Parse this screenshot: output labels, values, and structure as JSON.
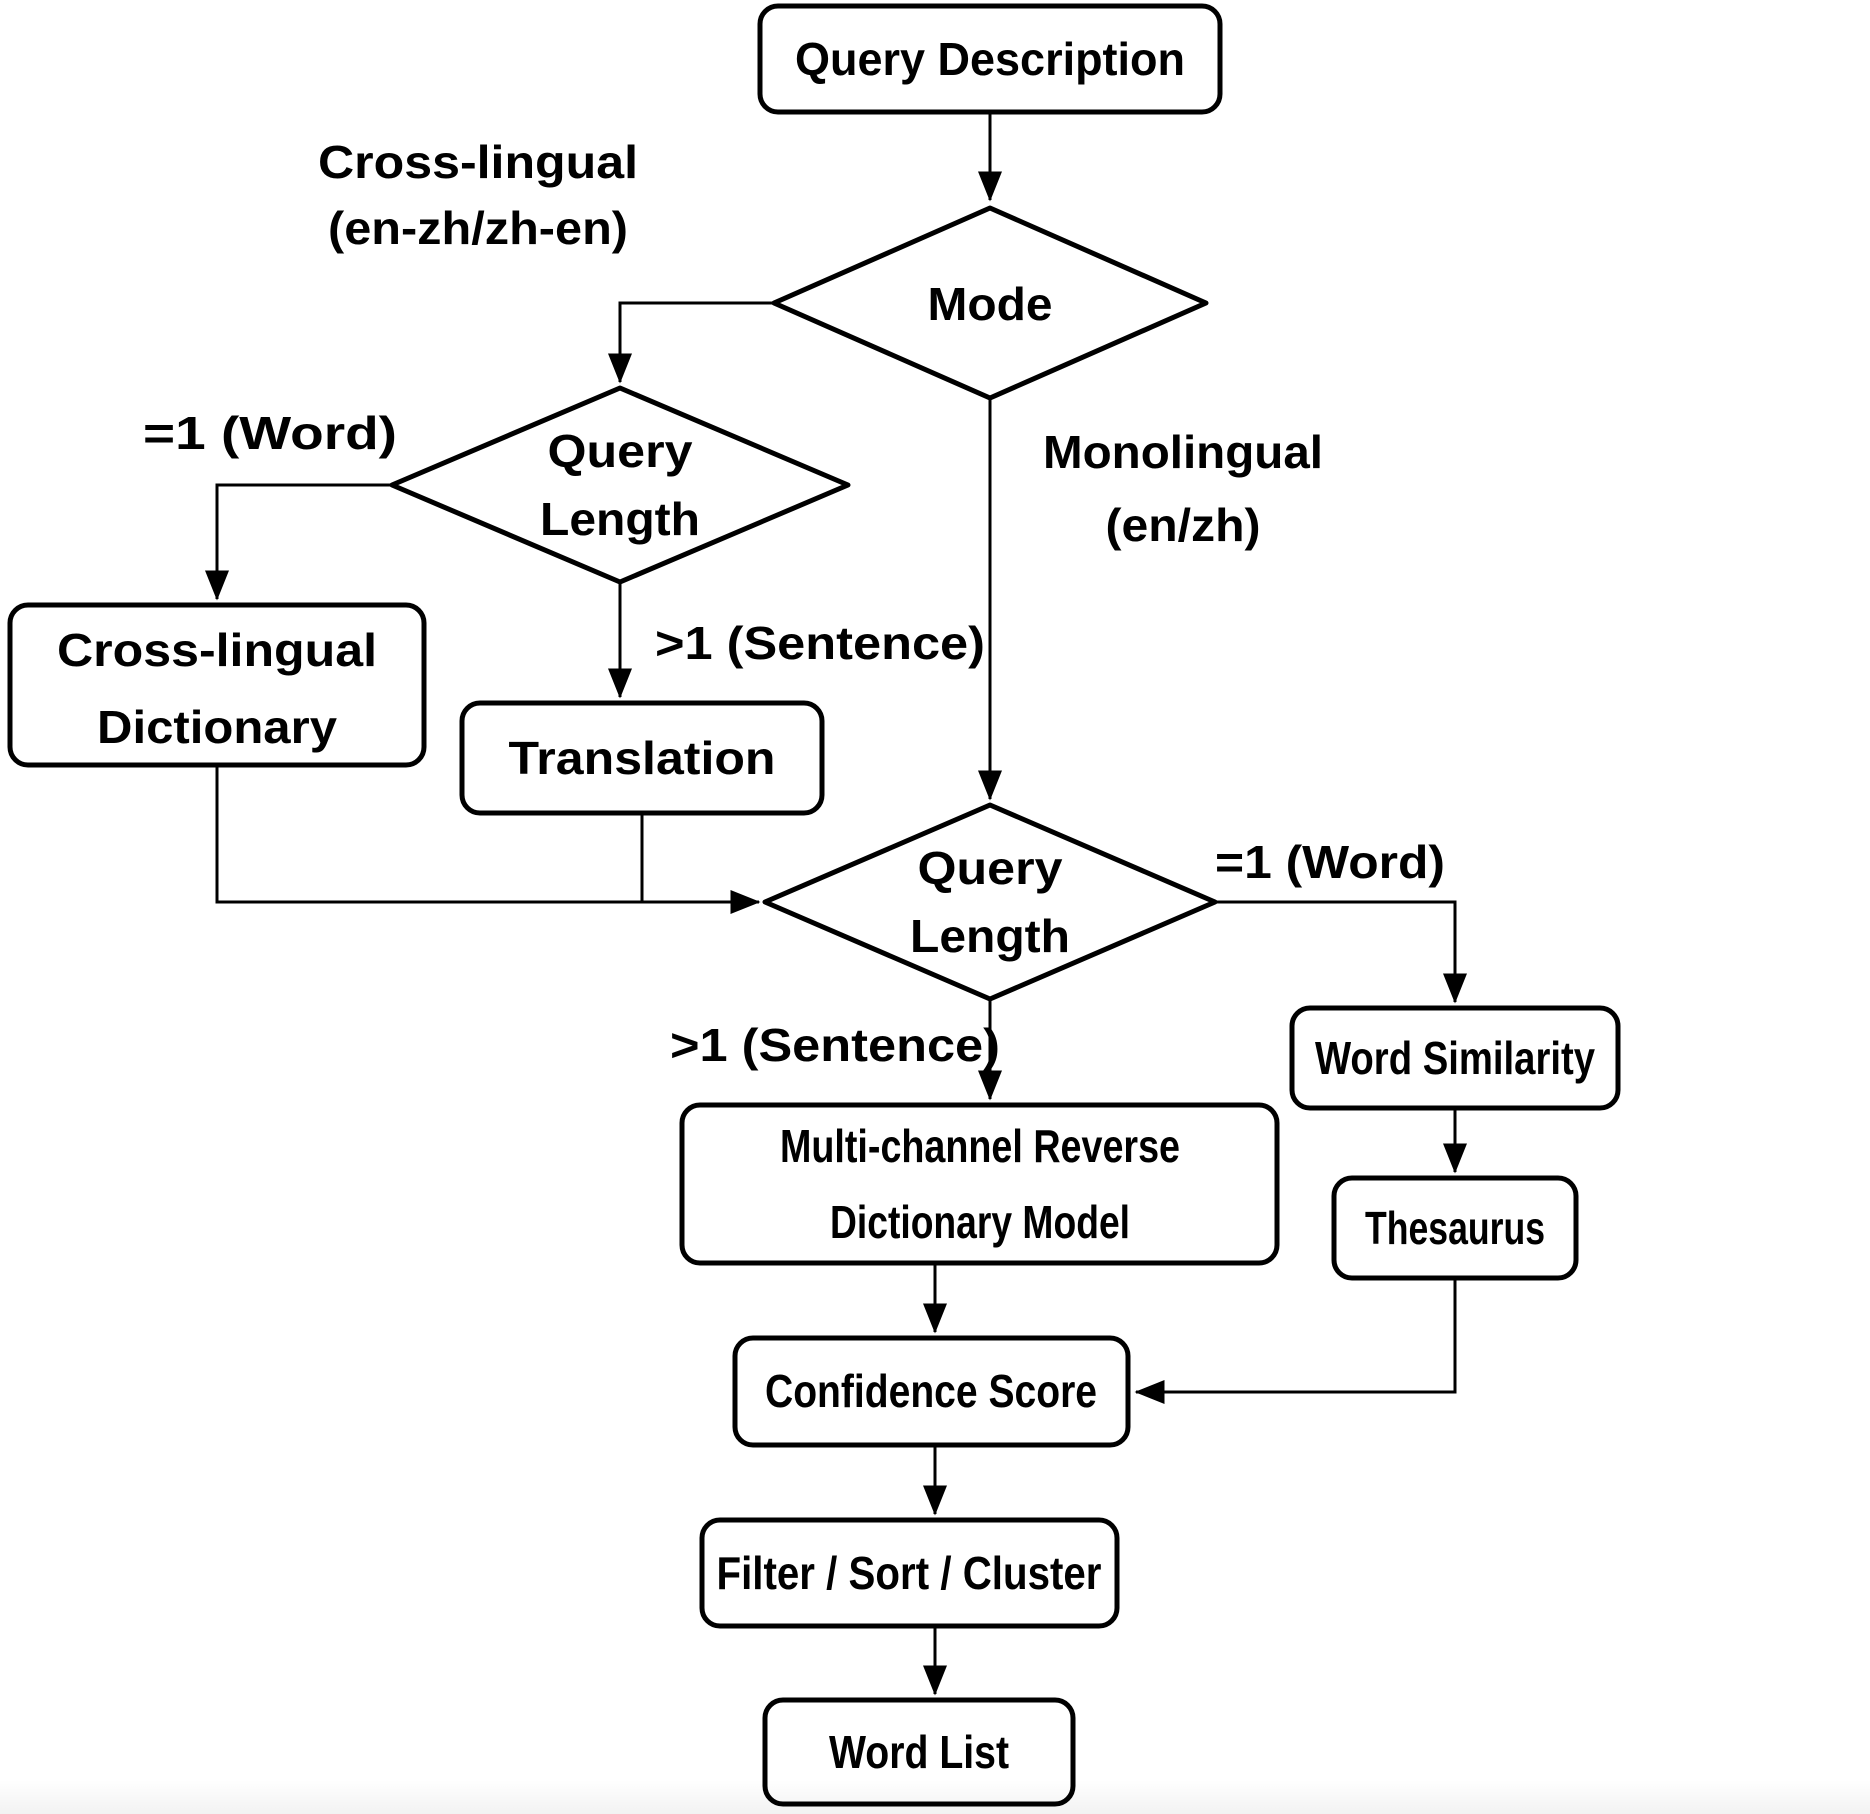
{
  "flowchart": {
    "nodes": {
      "query_description": {
        "label": "Query Description"
      },
      "mode": {
        "label": "Mode"
      },
      "query_length_1": {
        "lines": [
          "Query",
          "Length"
        ]
      },
      "cross_lingual_dictionary": {
        "lines": [
          "Cross-lingual",
          "Dictionary"
        ]
      },
      "translation": {
        "label": "Translation"
      },
      "query_length_2": {
        "lines": [
          "Query",
          "Length"
        ]
      },
      "multi_channel_reverse_dictionary_model": {
        "lines": [
          "Multi-channel Reverse",
          "Dictionary Model"
        ]
      },
      "word_similarity": {
        "label": "Word Similarity"
      },
      "thesaurus": {
        "label": "Thesaurus"
      },
      "confidence_score": {
        "label": "Confidence Score"
      },
      "filter_sort_cluster": {
        "label": "Filter / Sort / Cluster"
      },
      "word_list": {
        "label": "Word List"
      }
    },
    "edge_labels": {
      "mode_cross_lingual": {
        "lines": [
          "Cross-lingual",
          "(en-zh/zh-en)"
        ]
      },
      "mode_monolingual": {
        "lines": [
          "Monolingual",
          "(en/zh)"
        ]
      },
      "ql1_word": "=1 (Word)",
      "ql1_sentence": ">1 (Sentence)",
      "ql2_word": "=1 (Word)",
      "ql2_sentence": ">1 (Sentence)"
    },
    "colors": {
      "stroke": "#000000",
      "text": "#000000",
      "node_fill": "#ffffff",
      "background": "#ffffff"
    }
  }
}
